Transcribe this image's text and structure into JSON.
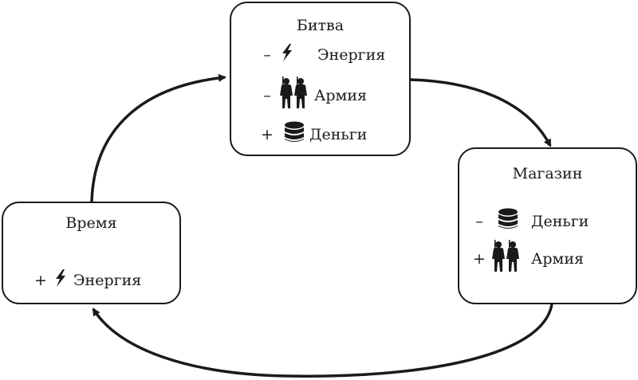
{
  "nodes": {
    "battle": {
      "title": "Битва",
      "rows": [
        {
          "sign": "–",
          "icon": "lightning-icon",
          "label": "Энергия"
        },
        {
          "sign": "–",
          "icon": "soldiers-icon",
          "label": "Армия"
        },
        {
          "sign": "+",
          "icon": "coins-stack-icon",
          "label": "Деньги"
        }
      ]
    },
    "shop": {
      "title": "Магазин",
      "rows": [
        {
          "sign": "–",
          "icon": "coins-stack-icon",
          "label": "Деньги"
        },
        {
          "sign": "+",
          "icon": "soldiers-icon",
          "label": "Армия"
        }
      ]
    },
    "time": {
      "title": "Время",
      "rows": [
        {
          "sign": "+",
          "icon": "lightning-icon",
          "label": "Энергия"
        }
      ]
    }
  },
  "edges": [
    {
      "from": "time",
      "to": "battle"
    },
    {
      "from": "battle",
      "to": "shop"
    },
    {
      "from": "shop",
      "to": "time"
    }
  ],
  "colors": {
    "stroke": "#1a1a1a",
    "background": "#ffffff"
  }
}
